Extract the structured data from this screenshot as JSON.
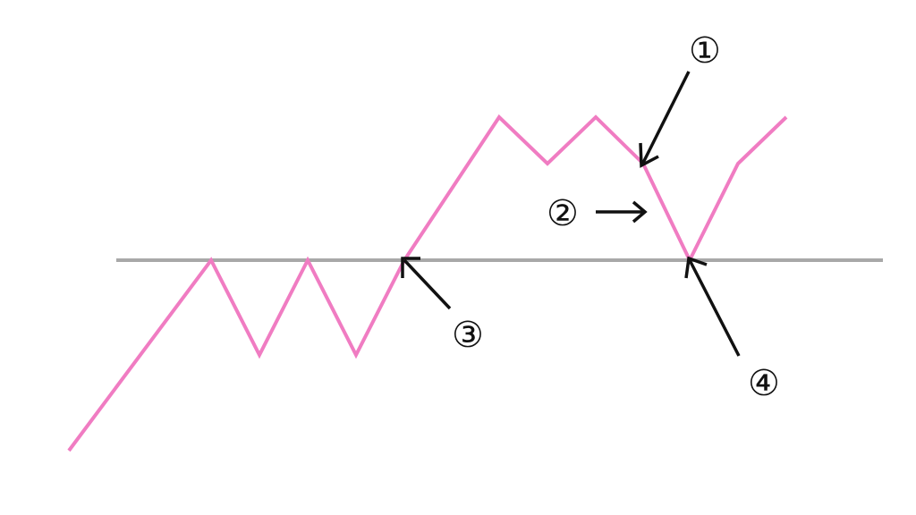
{
  "diagram": {
    "colors": {
      "price_line": "#f07cc2",
      "support_line": "#a8a8a8",
      "arrows": "#111111",
      "background": "#ffffff"
    },
    "labels": {
      "marker_1": "①",
      "marker_2": "②",
      "marker_3": "③",
      "marker_4": "④"
    },
    "icons": {
      "arrow_1": "arrow-down-left-icon",
      "arrow_2": "arrow-right-icon",
      "arrow_3": "arrow-up-left-icon",
      "arrow_4": "arrow-up-icon"
    }
  }
}
